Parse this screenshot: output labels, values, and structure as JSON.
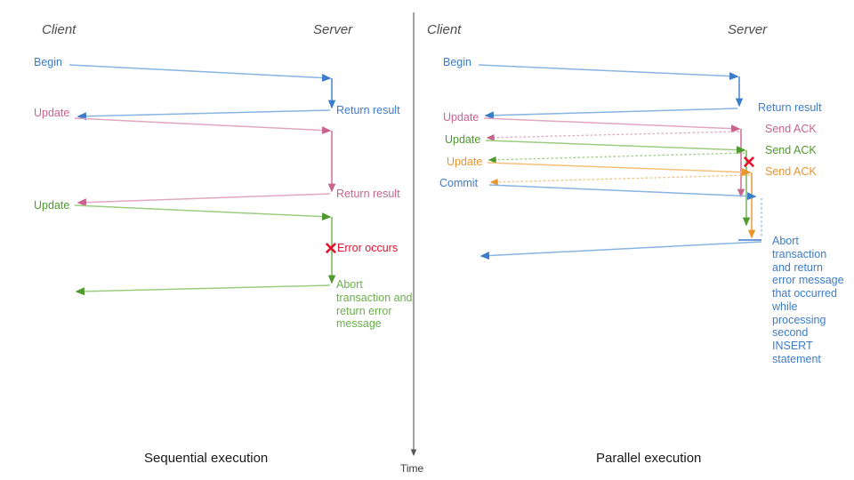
{
  "colors": {
    "blue": "#3d7cc9",
    "blue_light": "#89b4e0",
    "pink": "#c9638f",
    "pink_light": "#e0a7c0",
    "green": "#4e9a2f",
    "green_light": "#9ccc7f",
    "orange": "#e8952e",
    "orange_light": "#f5c07a",
    "red": "#e8112d",
    "gray": "#4d4d4d",
    "black": "#1a1a1a"
  },
  "time_axis": {
    "label": "Time"
  },
  "left_panel": {
    "caption": "Sequential execution",
    "actors": {
      "client": "Client",
      "server": "Server"
    },
    "messages": [
      {
        "id": "begin",
        "label": "Begin",
        "color": "blue"
      },
      {
        "id": "return-result-1",
        "label": "Return result",
        "color": "blue"
      },
      {
        "id": "update-1",
        "label": "Update",
        "color": "pink"
      },
      {
        "id": "return-result-2",
        "label": "Return result",
        "color": "pink"
      },
      {
        "id": "update-2",
        "label": "Update",
        "color": "green"
      },
      {
        "id": "error",
        "label": "Error occurs",
        "color": "red"
      },
      {
        "id": "abort",
        "label": "Abort transaction and return error message",
        "color": "green"
      }
    ]
  },
  "right_panel": {
    "caption": "Parallel execution",
    "actors": {
      "client": "Client",
      "server": "Server"
    },
    "messages": [
      {
        "id": "begin",
        "label": "Begin",
        "color": "blue"
      },
      {
        "id": "return-result",
        "label": "Return result",
        "color": "blue"
      },
      {
        "id": "update-1",
        "label": "Update",
        "color": "pink"
      },
      {
        "id": "send-ack-1",
        "label": "Send ACK",
        "color": "pink"
      },
      {
        "id": "update-2",
        "label": "Update",
        "color": "green"
      },
      {
        "id": "send-ack-2",
        "label": "Send ACK",
        "color": "green"
      },
      {
        "id": "update-3",
        "label": "Update",
        "color": "orange"
      },
      {
        "id": "send-ack-3",
        "label": "Send ACK",
        "color": "orange"
      },
      {
        "id": "commit",
        "label": "Commit",
        "color": "blue"
      },
      {
        "id": "abort",
        "label": "Abort transaction and return error message that occurred while processing second INSERT statement",
        "color": "blue"
      }
    ]
  }
}
